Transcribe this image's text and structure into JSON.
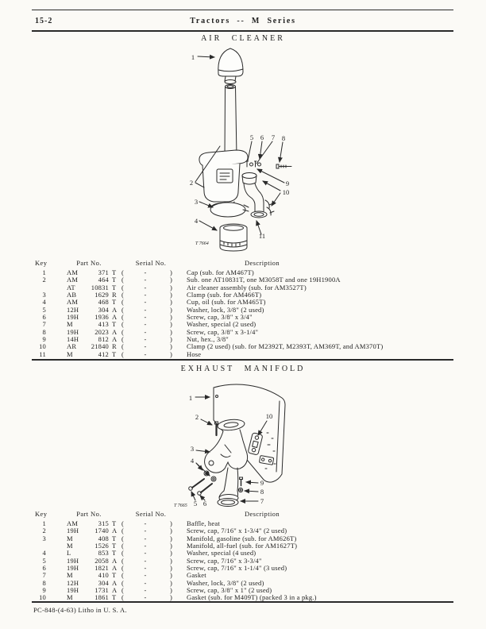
{
  "page": {
    "number": "15-2",
    "header_title": "Tractors -- M Series",
    "footer": "PC-848-(4-63) Litho in U. S. A."
  },
  "serial_format": {
    "open": "(",
    "close": ")"
  },
  "air_cleaner": {
    "title": "AIR CLEANER",
    "figure_label": "T 7664",
    "callouts": [
      "1",
      "2",
      "3",
      "4",
      "5",
      "6",
      "7",
      "8",
      "9",
      "10",
      "11"
    ],
    "table": {
      "headers": {
        "key": "Key",
        "part_no": "Part No.",
        "serial_no": "Serial No.",
        "description": "Description"
      },
      "rows": [
        {
          "key": "1",
          "prefix": "AM",
          "number": "371",
          "suffix": "T",
          "serial": "-",
          "description": "Cap (sub. for AM467T)"
        },
        {
          "key": "2",
          "prefix": "AM",
          "number": "464",
          "suffix": "T",
          "serial": "-",
          "description": "Sub. one AT10831T, one M3058T and one 19H1900A"
        },
        {
          "key": "",
          "prefix": "AT",
          "number": "10831",
          "suffix": "T",
          "serial": "-",
          "description": "Air cleaner assembly (sub. for AM3527T)"
        },
        {
          "key": "3",
          "prefix": "AB",
          "number": "1629",
          "suffix": "R",
          "serial": "-",
          "description": "Clamp (sub. for AM466T)"
        },
        {
          "key": "4",
          "prefix": "AM",
          "number": "468",
          "suffix": "T",
          "serial": "-",
          "description": "Cup, oil (sub. for AM465T)"
        },
        {
          "key": "5",
          "prefix": "12H",
          "number": "304",
          "suffix": "A",
          "serial": "-",
          "description": "Washer, lock, 3/8\" (2 used)"
        },
        {
          "key": "6",
          "prefix": "19H",
          "number": "1936",
          "suffix": "A",
          "serial": "-",
          "description": "Screw, cap, 3/8\" x 3/4\""
        },
        {
          "key": "7",
          "prefix": "M",
          "number": "413",
          "suffix": "T",
          "serial": "-",
          "description": "Washer, special (2 used)"
        },
        {
          "key": "8",
          "prefix": "19H",
          "number": "2023",
          "suffix": "A",
          "serial": "-",
          "description": "Screw, cap, 3/8\" x 3-1/4\""
        },
        {
          "key": "9",
          "prefix": "14H",
          "number": "812",
          "suffix": "A",
          "serial": "-",
          "description": "Nut, hex., 3/8\""
        },
        {
          "key": "10",
          "prefix": "AR",
          "number": "21840",
          "suffix": "R",
          "serial": "-",
          "description": "Clamp (2 used) (sub. for M2392T, M2393T, AM369T, and AM370T)"
        },
        {
          "key": "11",
          "prefix": "M",
          "number": "412",
          "suffix": "T",
          "serial": "-",
          "description": "Hose"
        }
      ]
    }
  },
  "exhaust_manifold": {
    "title": "EXHAUST MANIFOLD",
    "figure_label": "T 7665",
    "callouts": [
      "1",
      "2",
      "3",
      "4",
      "5",
      "6",
      "7",
      "8",
      "9",
      "10"
    ],
    "table": {
      "headers": {
        "key": "Key",
        "part_no": "Part No.",
        "serial_no": "Serial No.",
        "description": "Description"
      },
      "rows": [
        {
          "key": "1",
          "prefix": "AM",
          "number": "315",
          "suffix": "T",
          "serial": "-",
          "description": "Baffle, heat"
        },
        {
          "key": "2",
          "prefix": "19H",
          "number": "1740",
          "suffix": "A",
          "serial": "-",
          "description": "Screw, cap, 7/16\" x 1-3/4\" (2 used)"
        },
        {
          "key": "3",
          "prefix": "M",
          "number": "408",
          "suffix": "T",
          "serial": "-",
          "description": "Manifold, gasoline (sub. for AM626T)"
        },
        {
          "key": "",
          "prefix": "M",
          "number": "1526",
          "suffix": "T",
          "serial": "-",
          "description": "Manifold, all-fuel (sub. for AM1627T)"
        },
        {
          "key": "4",
          "prefix": "L",
          "number": "853",
          "suffix": "T",
          "serial": "-",
          "description": "Washer, special (4 used)"
        },
        {
          "key": "5",
          "prefix": "19H",
          "number": "2058",
          "suffix": "A",
          "serial": "-",
          "description": "Screw, cap, 7/16\" x 3-3/4\""
        },
        {
          "key": "6",
          "prefix": "19H",
          "number": "1821",
          "suffix": "A",
          "serial": "-",
          "description": "Screw, cap, 7/16\" x 1-1/4\" (3 used)"
        },
        {
          "key": "7",
          "prefix": "M",
          "number": "410",
          "suffix": "T",
          "serial": "-",
          "description": "Gasket"
        },
        {
          "key": "8",
          "prefix": "12H",
          "number": "304",
          "suffix": "A",
          "serial": "-",
          "description": "Washer, lock, 3/8\" (2 used)"
        },
        {
          "key": "9",
          "prefix": "19H",
          "number": "1731",
          "suffix": "A",
          "serial": "-",
          "description": "Screw, cap, 3/8\" x 1\" (2 used)"
        },
        {
          "key": "10",
          "prefix": "M",
          "number": "1861",
          "suffix": "T",
          "serial": "-",
          "description": "Gasket (sub. for M409T) (packed 3 in a pkg.)"
        }
      ]
    }
  }
}
